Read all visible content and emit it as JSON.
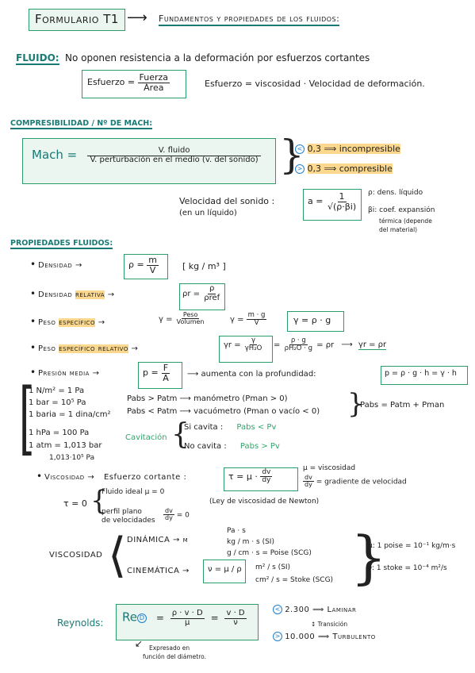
{
  "header": {
    "title": "Formulario T1",
    "subtitle": "Fundamentos y propiedades de los fluidos:"
  },
  "fluido": {
    "label": "FLUIDO:",
    "text": "No oponen resistencia a la deformación por esfuerzos cortantes",
    "eq_lhs": "Esfuerzo =",
    "eq_num": "Fuerza",
    "eq_den": "Área",
    "eq2": "Esfuerzo = viscosidad · Velocidad de deformación."
  },
  "mach": {
    "heading": "COMPRESIBILIDAD / Nº DE MACH:",
    "lhs": "Mach =",
    "num": "V. fluido",
    "den": "V. perturbación en el medio (v. del sonido)",
    "lt_sym": "<",
    "lt_text": "0,3 ⟹ incompresible",
    "gt_sym": ">",
    "gt_text": "0,3 ⟹ compresible",
    "sound_l1": "Velocidad del sonido :",
    "sound_l2": "(en un líquido)",
    "sound_lhs": "a =",
    "sound_num": "1",
    "sound_den": "√(ρ·βi)",
    "rho_note": "ρ: dens. líquido",
    "beta_note_1": "βi: coef. expansión",
    "beta_note_2": "térmica (depende",
    "beta_note_3": "del material)"
  },
  "props": {
    "heading": "PROPIEDADES FLUIDOS:",
    "densidad": {
      "label": "Densidad →",
      "eq": "ρ =",
      "num": "m",
      "den": "V",
      "units": "[ kg / m³ ]"
    },
    "densidad_rel": {
      "label_a": "Densidad",
      "label_b": "relativa",
      "arrow": "→",
      "eq": "ρr =",
      "num": "ρ",
      "den": "ρref"
    },
    "peso_esp": {
      "label_a": "Peso",
      "label_b": "específico",
      "arrow": "→",
      "eq1": "γ =",
      "num1": "Peso",
      "den1": "Volumen",
      "eq2": "γ =",
      "num2": "m · g",
      "den2": "V",
      "eq3": "γ = ρ · g"
    },
    "peso_esp_rel": {
      "label_a": "Peso",
      "label_b": "específico relativo",
      "arrow": "→",
      "eq1": "γr =",
      "num1": "γ",
      "den1": "γH₂O",
      "mid": "=",
      "num2": "ρ · g",
      "den2": "ρH₂O · g",
      "tail": "= ρr",
      "arrow2": "⟶",
      "result": "γr = ρr"
    },
    "presion": {
      "label": "Presión media →",
      "eq": "p =",
      "num": "F",
      "den": "A",
      "tail": "⟶ aumenta con la profundidad:",
      "result": "p = ρ · g · h = γ · h"
    },
    "units": [
      "1 N/m² = 1 Pa",
      "1 bar = 10⁵ Pa",
      "1 baria = 1 dina/cm²",
      "1 hPa = 100 Pa",
      "1 atm = 1,013 bar",
      "1,013·10⁵ Pa"
    ],
    "pabs1": "Pabs > Patm ⟶ manómetro (Pman > 0)",
    "pabs2": "Pabs < Patm ⟶ vacuómetro (Pman o vacío < 0)",
    "pabs_res": "Pabs = Patm + Pman",
    "cav_label": "Cavitación",
    "cav_si": "Si cavita :",
    "cav_si_eq": "Pabs < Pv",
    "cav_no": "No cavita :",
    "cav_no_eq": "Pabs > Pv"
  },
  "visc": {
    "label": "Viscosidad →",
    "text": "Esfuerzo cortante :",
    "eq": "τ = μ ·",
    "num": "dv",
    "den": "dy",
    "mu_note": "μ = viscosidad",
    "grad_num": "dv",
    "grad_den": "dy",
    "grad_note": "= gradiente de velocidad",
    "newton": "(Ley de viscosidad de Newton)",
    "tau0": "τ = 0",
    "ideal": "Fluido ideal μ = 0",
    "perfil_1": "perfil plano",
    "perfil_2": "de velocidades",
    "perfil_eq": "= 0",
    "big_label": "VISCOSIDAD",
    "din": "DINÁMICA → μ",
    "din_u1": "Pa · s",
    "din_u2": "kg / m · s   (SI)",
    "din_u3": "g / cm · s = Poise   (SCG)",
    "cin": "CINEMÁTICA →",
    "cin_eq": "ν = μ / ρ",
    "cin_u1": "m² / s   (SI)",
    "cin_u2": "cm² / s = Stoke   (SCG)",
    "poise": "μ: 1 poise = 10⁻¹ kg/m·s",
    "stoke": "ν: 1 stoke = 10⁻⁴ m²/s"
  },
  "reynolds": {
    "label": "Reynolds:",
    "lhs": "Re",
    "sub": "D",
    "eq1_num": "ρ · v · D",
    "eq1_den": "μ",
    "eq2_num": "v · D",
    "eq2_den": "ν",
    "lam": "2.300 ⟹ Laminar",
    "trans": "↕ Transición",
    "turb": "10.000 ⟹ Turbulento",
    "note_1": "Expresado en",
    "note_2": "función del diámetro."
  }
}
